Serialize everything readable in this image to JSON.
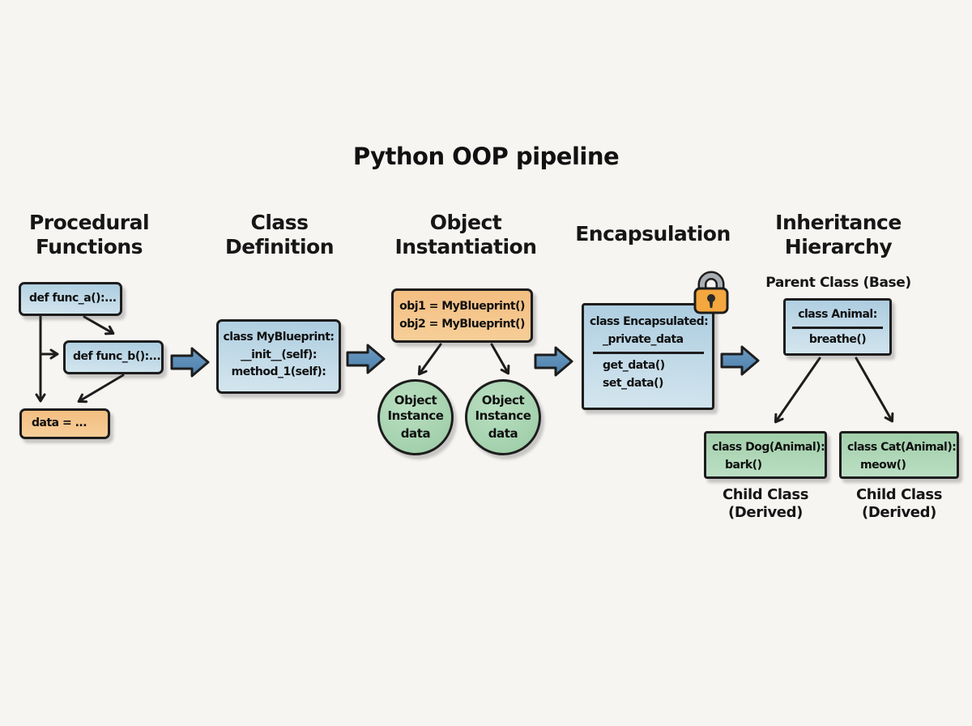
{
  "title": "Python OOP pipeline",
  "stages": {
    "procedural": {
      "heading": [
        "Procedural",
        "Functions"
      ],
      "func_a": "def func_a():...",
      "func_b": "def func_b():...",
      "data": "data = ..."
    },
    "class_definition": {
      "heading": [
        "Class",
        "Definition"
      ],
      "code": [
        "class MyBlueprint:",
        "__init__(self):",
        "method_1(self):"
      ]
    },
    "instantiation": {
      "heading": [
        "Object",
        "Instantiation"
      ],
      "code": [
        "obj1 = MyBlueprint()",
        "obj2 = MyBlueprint()"
      ],
      "instance": [
        "Object",
        "Instance",
        "data"
      ]
    },
    "encapsulation": {
      "heading": "Encapsulation",
      "attributes": [
        "class Encapsulated:",
        "_private_data"
      ],
      "methods": [
        "get_data()",
        "set_data()"
      ]
    },
    "inheritance": {
      "heading": [
        "Inheritance",
        "Hierarchy"
      ],
      "parent_label": "Parent Class (Base)",
      "parent": {
        "title": "class Animal:",
        "method": "breathe()"
      },
      "children": [
        {
          "title": "class Dog(Animal):",
          "method": "bark()",
          "label": [
            "Child Class",
            "(Derived)"
          ]
        },
        {
          "title": "class Cat(Animal):",
          "method": "meow()",
          "label": [
            "Child Class",
            "(Derived)"
          ]
        }
      ]
    }
  },
  "icons": {
    "lock": "lock-icon",
    "flow_arrow": "flow-arrow-icon"
  },
  "colors": {
    "background": "#f7f5f2",
    "box_blue": "#bdd7e5",
    "box_orange": "#f6c98f",
    "box_green": "#abd5b4",
    "flow_arrow": "#5e90bb",
    "outline": "#1d1d1d",
    "lock_body": "#f3a73e",
    "lock_shackle": "#a9aeb3"
  }
}
